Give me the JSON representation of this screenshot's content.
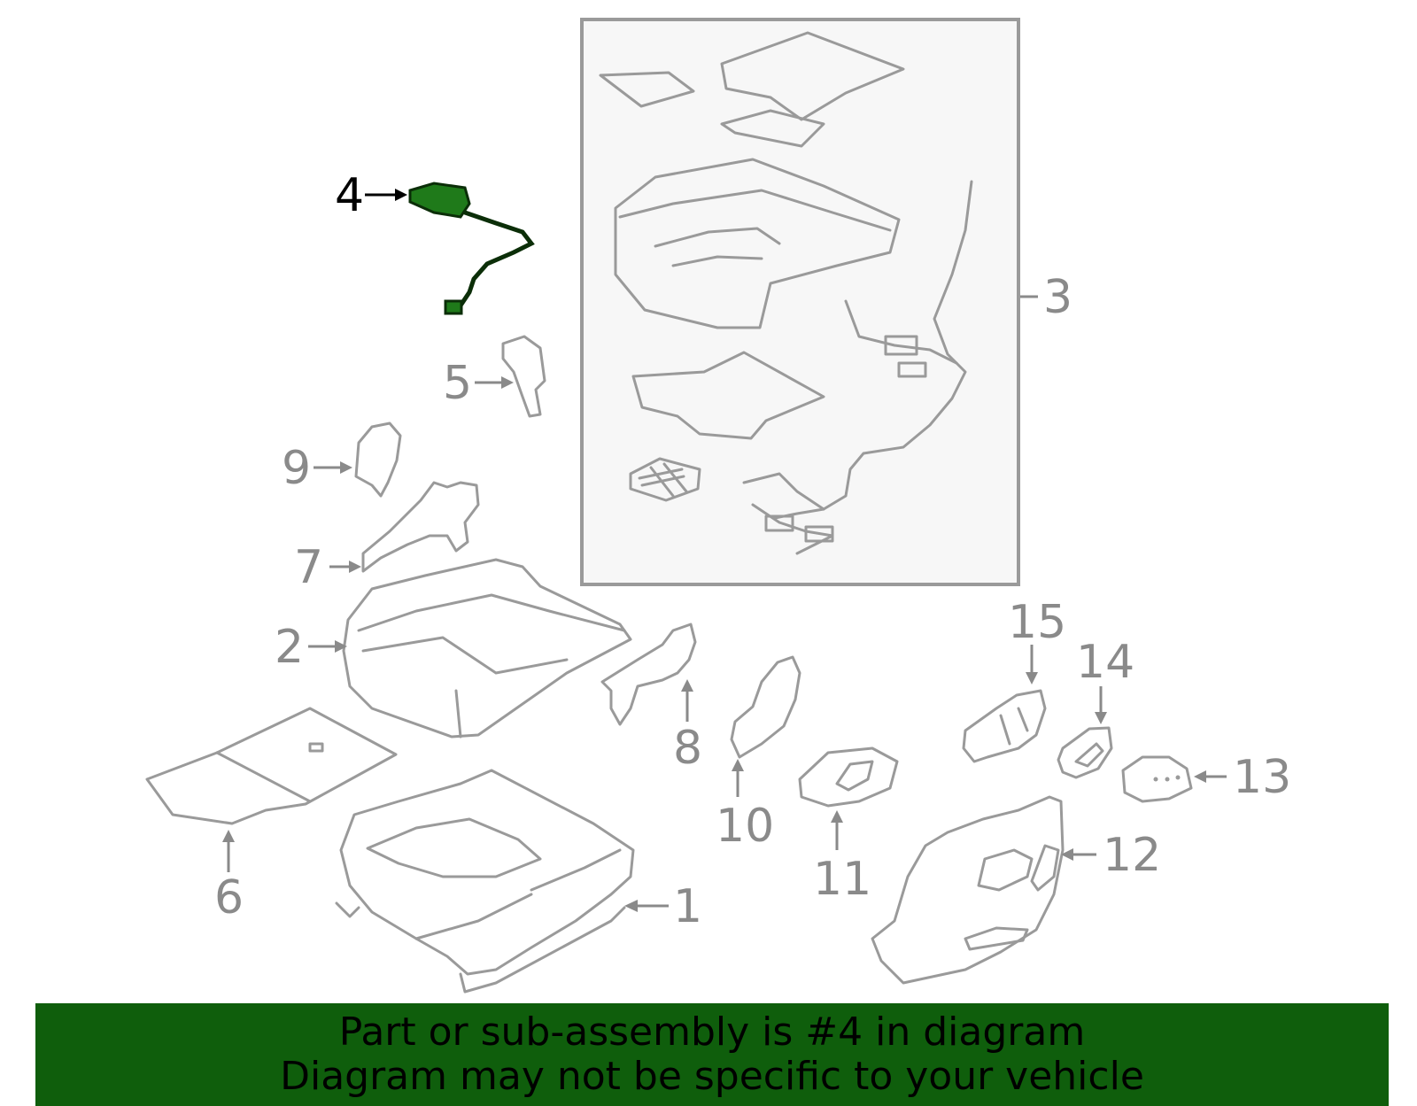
{
  "highlight_part": "4",
  "callouts": [
    {
      "id": "1",
      "label": "1"
    },
    {
      "id": "2",
      "label": "2"
    },
    {
      "id": "3",
      "label": "3"
    },
    {
      "id": "4",
      "label": "4"
    },
    {
      "id": "5",
      "label": "5"
    },
    {
      "id": "6",
      "label": "6"
    },
    {
      "id": "7",
      "label": "7"
    },
    {
      "id": "8",
      "label": "8"
    },
    {
      "id": "9",
      "label": "9"
    },
    {
      "id": "10",
      "label": "10"
    },
    {
      "id": "11",
      "label": "11"
    },
    {
      "id": "12",
      "label": "12"
    },
    {
      "id": "13",
      "label": "13"
    },
    {
      "id": "14",
      "label": "14"
    },
    {
      "id": "15",
      "label": "15"
    }
  ],
  "banner": {
    "line1": "Part or sub-assembly is #4 in diagram",
    "line2": "Diagram may not be specific to your vehicle"
  },
  "colors": {
    "line_art": "#9a9a9a",
    "highlight_fill": "#1f7a1a",
    "banner_bg": "#0f5e0c",
    "inset_bg": "#f7f7f7"
  }
}
